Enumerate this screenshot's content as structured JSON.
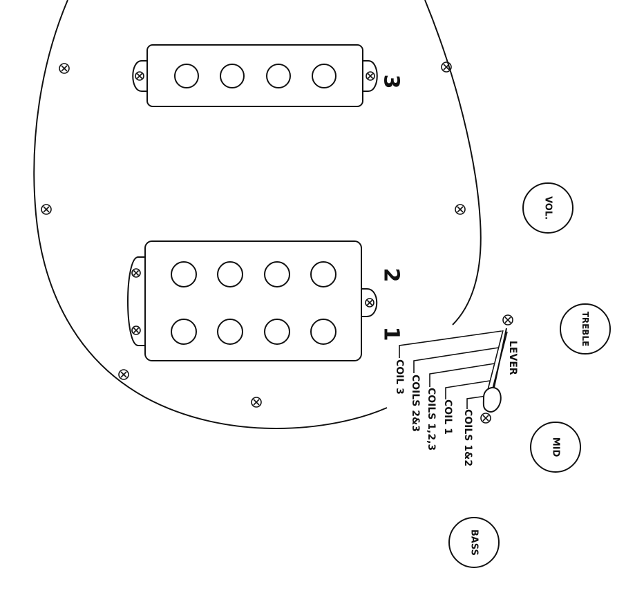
{
  "pickups": {
    "coil_3": "3",
    "coil_2": "2",
    "coil_1": "1"
  },
  "knobs": {
    "vol": "VOL.",
    "treble": "TREBLE",
    "mid": "MID",
    "bass": "BASS"
  },
  "switch": {
    "lever": "LEVER",
    "positions": [
      "COIL 3",
      "COILS 2&3",
      "COILS 1,2,3",
      "COIL 1",
      "COILS 1&2"
    ]
  }
}
